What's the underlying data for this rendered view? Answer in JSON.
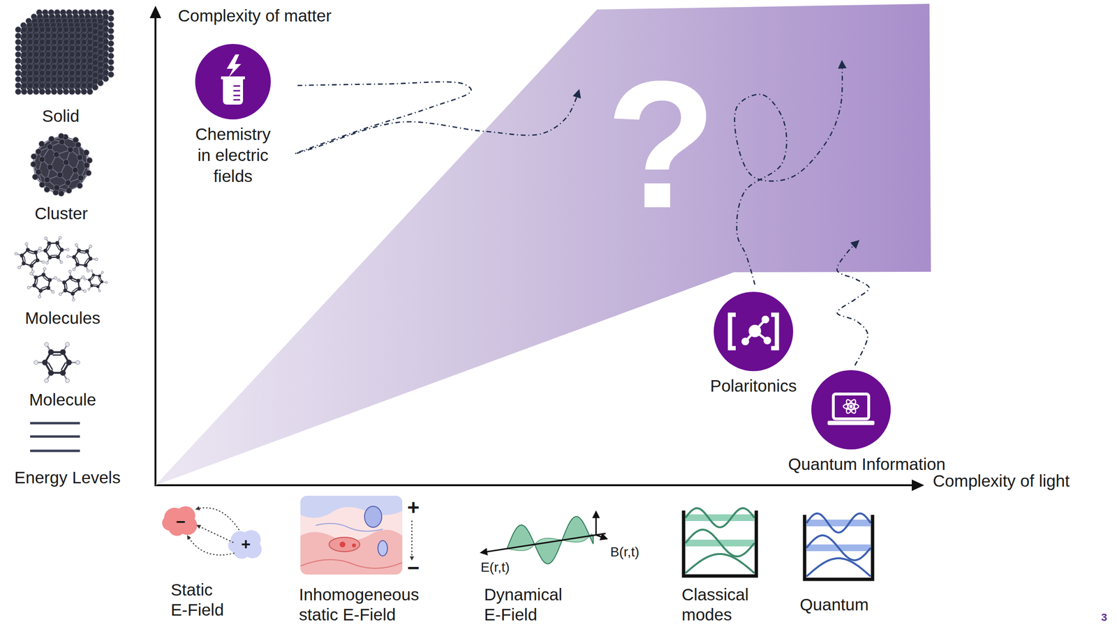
{
  "diagram": {
    "nodes": [
      {
        "text": [
          "Chemistry in electric fields"
        ]
      },
      {
        "text": [
          "?"
        ]
      },
      {
        "text": [
          "Polaritonics"
        ]
      },
      {
        "text": [
          "Quantum Information"
        ]
      }
    ],
    "edges": [
      {
        "from": 0,
        "to": 1,
        "arrow": "to"
      },
      {
        "from": 2,
        "to": 1,
        "arrow": "to"
      },
      {
        "from": 3,
        "to": 1,
        "arrow": "to"
      }
    ],
    "labels": [
      "Complexity of matter",
      "Solid",
      "Cluster",
      "Molecules",
      "Molecule",
      "Energy Levels",
      "Complexity of light",
      "−",
      "+",
      "+",
      "−",
      "E(r,t)",
      "B(r,t)",
      "Static E-Field",
      "Inhomogeneous static E-Field",
      "Dynamical E-Field",
      "Classical modes",
      "Quantum",
      "3"
    ]
  }
}
